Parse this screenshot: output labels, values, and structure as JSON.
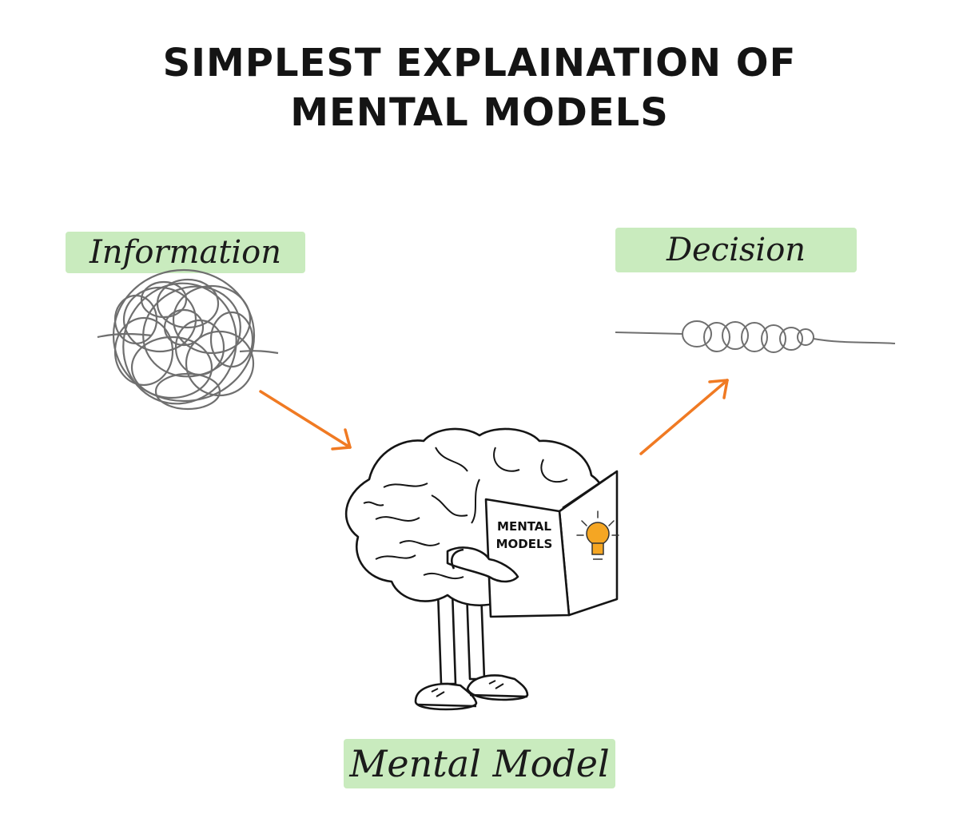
{
  "title": {
    "line1": "SIMPLEST EXPLAINATION OF",
    "line2": "MENTAL MODELS"
  },
  "labels": {
    "information": "Information",
    "decision": "Decision",
    "mental_model": "Mental Model"
  },
  "book": {
    "line1": "MENTAL",
    "line2": "MODELS"
  },
  "icons": {
    "tangle": "tangled-scribble-icon",
    "brain": "brain-character-icon",
    "bulb": "light-bulb-icon"
  },
  "colors": {
    "highlight": "#c9ebbe",
    "arrow": "#f07a23",
    "bulb": "#f5a623",
    "ink": "#141414"
  }
}
